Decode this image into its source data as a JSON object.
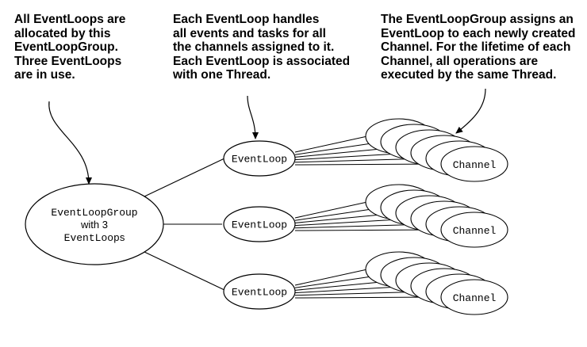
{
  "annotations": {
    "group": [
      "All EventLoops are",
      "allocated by this",
      "EventLoopGroup.",
      "Three EventLoops",
      "are in use."
    ],
    "loop": [
      "Each EventLoop handles",
      "all events and tasks for all",
      "the channels assigned to it.",
      "Each EventLoop is associated",
      "with one Thread."
    ],
    "channel": [
      "The EventLoopGroup assigns an",
      "EventLoop to each newly created",
      "Channel. For the lifetime of each",
      "Channel, all operations are",
      "executed by the same Thread."
    ]
  },
  "group_node": {
    "line1": "EventLoopGroup",
    "line2": "with 3",
    "line3_mono": "EventLoop",
    "line3_suffix": "s"
  },
  "event_loops": [
    {
      "label": "EventLoop"
    },
    {
      "label": "EventLoop"
    },
    {
      "label": "EventLoop"
    }
  ],
  "channel_label": "Channel",
  "colors": {
    "stroke": "#000000",
    "fill": "#ffffff",
    "text": "#000000"
  }
}
